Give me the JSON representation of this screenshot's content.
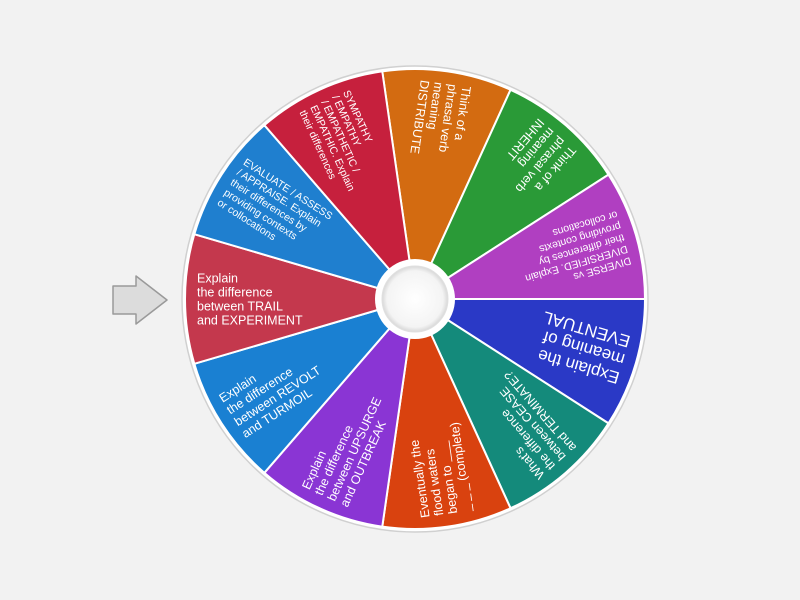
{
  "wheel": {
    "pointer_icon": "arrow-right-icon",
    "hub_color": "#ffffff",
    "segments": [
      {
        "text": [
          "Think of a",
          "phrasal verb",
          "meaning",
          "DISTRIBUTE"
        ],
        "color": "#d36b11",
        "size": "small"
      },
      {
        "text": [
          "Think of a",
          "phrasal verb",
          "meaning",
          "INHERIT"
        ],
        "color": "#2a9a37",
        "size": "small"
      },
      {
        "text": [
          "DIVERSE vs",
          "DIVERSIFIED. Explain",
          "their differences by",
          "providing contexts",
          "or collocations"
        ],
        "color": "#b03fc1",
        "size": "tiny"
      },
      {
        "text": [
          "Explain the",
          "meaning of",
          "EVENTUAL"
        ],
        "color": "#2a39c6",
        "size": "large"
      },
      {
        "text": [
          "What's",
          "the difference",
          "between CEASE",
          "and TERMINATE?"
        ],
        "color": "#148a7b",
        "size": "small"
      },
      {
        "text": [
          "Eventually the",
          "flood waters",
          "began to ___",
          "_ _ _ (complete)"
        ],
        "color": "#d9420f",
        "size": "small"
      },
      {
        "text": [
          "Explain",
          "the difference",
          "between UPSURGE",
          "and OUTBREAK"
        ],
        "color": "#8a35d4",
        "size": "small"
      },
      {
        "text": [
          "Explain",
          "the difference",
          "between REVOLT",
          "and TURMOIL"
        ],
        "color": "#1a80d2",
        "size": "small"
      },
      {
        "text": [
          "Explain",
          "the difference",
          "between TRAIL",
          "and EXPERIMENT"
        ],
        "color": "#c4384d",
        "size": "small"
      },
      {
        "text": [
          "EVALUATE / ASSESS",
          "/ APPRAISE. Explain",
          "their differences by",
          "providing contexts",
          "or collocations"
        ],
        "color": "#1f7fcf",
        "size": "tiny"
      },
      {
        "text": [
          "SYMPATHY",
          "/ EMPATHY",
          "/ EMPATHETIC /",
          "EMPATHIC. Explain",
          "their differences"
        ],
        "color": "#c6203d",
        "size": "tiny"
      }
    ]
  }
}
